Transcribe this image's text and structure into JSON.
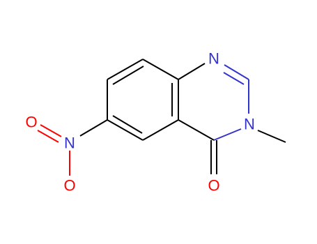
{
  "molecule": {
    "atom_labels": {
      "n1": "N",
      "n3": "N",
      "o_carbonyl": "O",
      "n_nitro": "N",
      "o_nitro_upper": "O",
      "o_nitro_lower": "O"
    },
    "colors": {
      "bond": "#000000",
      "nitrogen": "#3333cc",
      "oxygen": "#ff0000"
    }
  }
}
